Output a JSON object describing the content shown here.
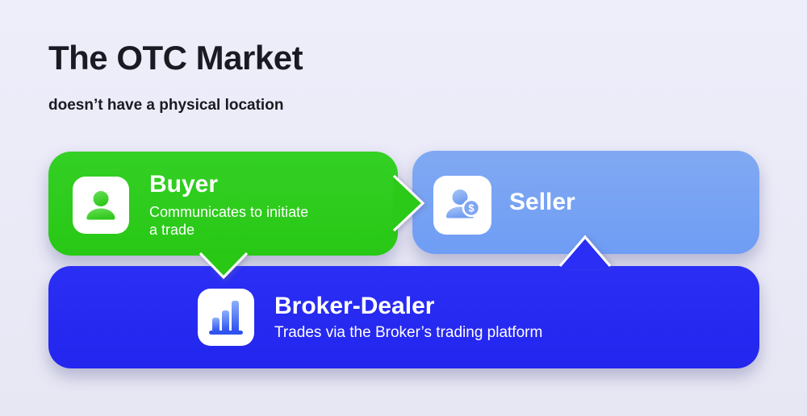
{
  "header": {
    "title": "The OTC Market",
    "subtitle": "doesn’t have a physical location"
  },
  "palette": {
    "background": "#eaeaf8",
    "buyer_green": "#2ccb1d",
    "seller_blue": "#75a1f6",
    "broker_blue": "#2629f2",
    "heading_text": "#1a1a23",
    "card_text": "#ffffff"
  },
  "nodes": {
    "buyer": {
      "title": "Buyer",
      "description_line1": "Communicates to initiate",
      "description_line2": "a trade",
      "icon": "person-icon"
    },
    "seller": {
      "title": "Seller",
      "icon": "person-dollar-icon",
      "coin_symbol": "$"
    },
    "broker": {
      "title": "Broker-Dealer",
      "description": "Trades via the Broker’s trading platform",
      "icon": "bar-chart-icon"
    }
  },
  "edges": [
    {
      "from": "buyer",
      "to": "seller",
      "style": "green-right-arrow"
    },
    {
      "from": "buyer",
      "to": "broker",
      "style": "green-down-arrow"
    },
    {
      "from": "broker",
      "to": "seller",
      "style": "blue-up-arrow"
    }
  ]
}
